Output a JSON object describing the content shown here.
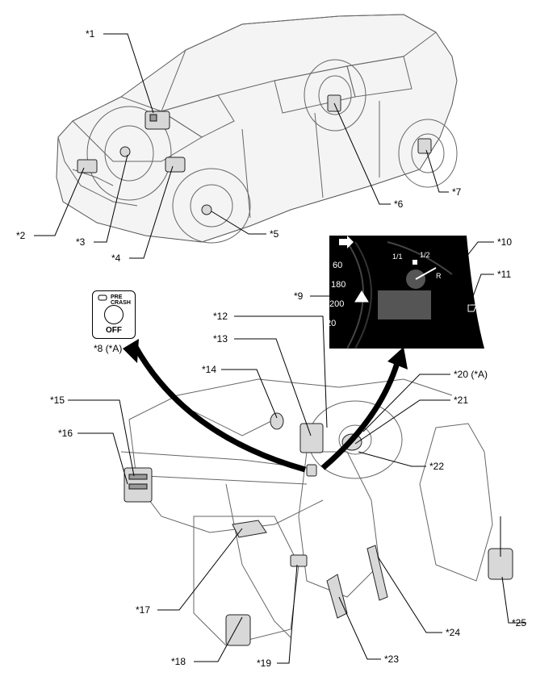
{
  "labels": {
    "l1": "*1",
    "l2": "*2",
    "l3": "*3",
    "l4": "*4",
    "l5": "*5",
    "l6": "*6",
    "l7": "*7",
    "l8": "*8 (*A)",
    "l9": "*9",
    "l10": "*10",
    "l11": "*11",
    "l12": "*12",
    "l13": "*13",
    "l14": "*14",
    "l15": "*15",
    "l16": "*16",
    "l17": "*17",
    "l18": "*18",
    "l19": "*19",
    "l20": "*20 (*A)",
    "l21": "*21",
    "l22": "*22",
    "l23": "*23",
    "l24": "*24",
    "l25": "*25"
  },
  "switch": {
    "title": "PRE CRASH",
    "state": "OFF",
    "icon": "pre-crash-icon"
  },
  "meter": {
    "speed_marks": [
      "60",
      "180",
      "200",
      "20"
    ],
    "fuel_marks": [
      "1/1",
      "1/2",
      "R"
    ],
    "icons": [
      "turn-signal-arrow-icon",
      "warning-triangle-icon",
      "fuel-pump-icon",
      "pre-crash-indicator-icon"
    ]
  },
  "colors": {
    "meter_bg": "#000000",
    "meter_text": "#ffffff",
    "arrow": "#000000"
  }
}
